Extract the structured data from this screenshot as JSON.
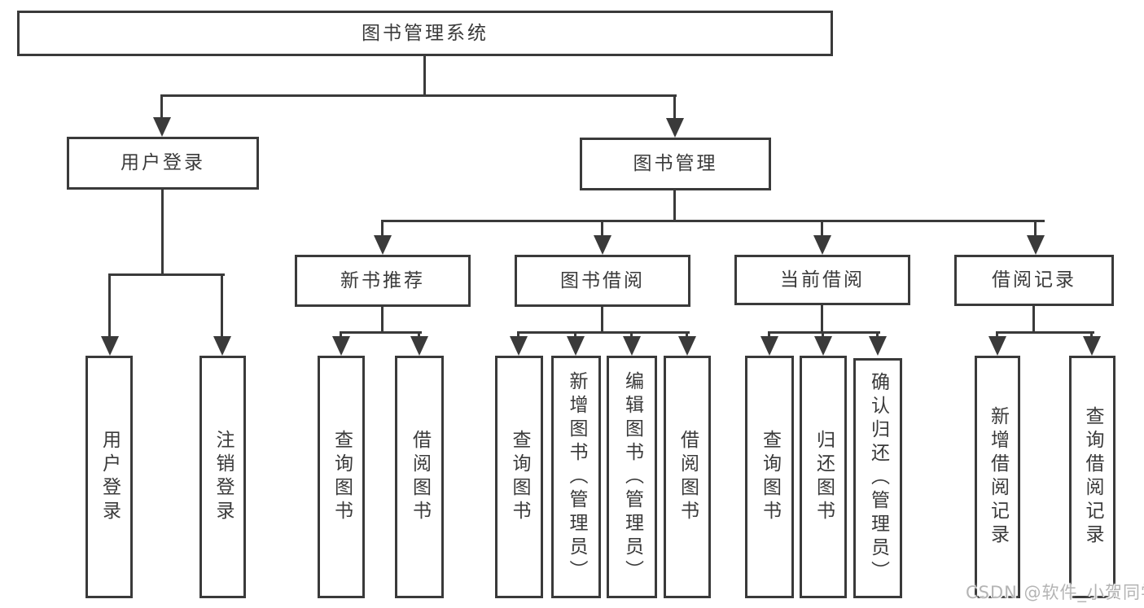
{
  "tree": {
    "root": {
      "label": "图书管理系统"
    },
    "branches": [
      {
        "label": "用户登录",
        "children": [
          {
            "label": "用户登录"
          },
          {
            "label": "注销登录"
          }
        ]
      },
      {
        "label": "图书管理",
        "children": [
          {
            "label": "新书推荐",
            "children": [
              {
                "label": "查询图书"
              },
              {
                "label": "借阅图书"
              }
            ]
          },
          {
            "label": "图书借阅",
            "children": [
              {
                "label": "查询图书"
              },
              {
                "label": "新增图书（管理员）"
              },
              {
                "label": "编辑图书（管理员）"
              },
              {
                "label": "借阅图书"
              }
            ]
          },
          {
            "label": "当前借阅",
            "children": [
              {
                "label": "查询图书"
              },
              {
                "label": "归还图书"
              },
              {
                "label": "确认归还（管理员）"
              }
            ]
          },
          {
            "label": "借阅记录",
            "children": [
              {
                "label": "新增借阅记录"
              },
              {
                "label": "查询借阅记录"
              }
            ]
          }
        ]
      }
    ]
  },
  "watermark": "CSDN @软件_小贺同学",
  "colors": {
    "line": "#3a3a3a",
    "background": "#ffffff",
    "watermark": "#b4b4b4"
  }
}
